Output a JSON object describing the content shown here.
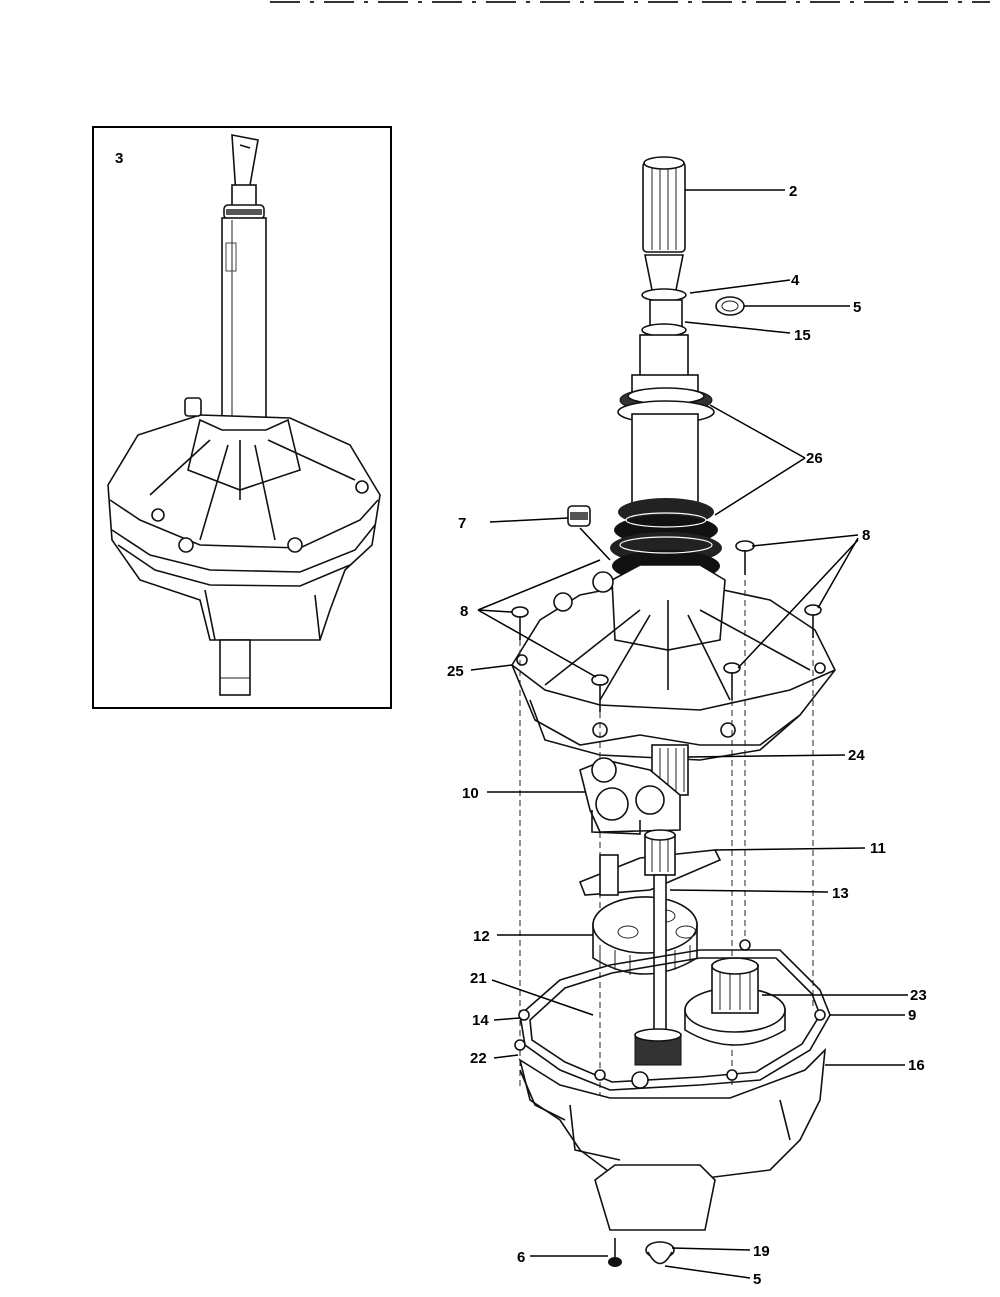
{
  "inset": {
    "label": "3"
  },
  "callouts": [
    {
      "id": "c-2",
      "text": "2"
    },
    {
      "id": "c-4",
      "text": "4"
    },
    {
      "id": "c-5a",
      "text": "5"
    },
    {
      "id": "c-15",
      "text": "15"
    },
    {
      "id": "c-26",
      "text": "26"
    },
    {
      "id": "c-7",
      "text": "7"
    },
    {
      "id": "c-8a",
      "text": "8"
    },
    {
      "id": "c-8b",
      "text": "8"
    },
    {
      "id": "c-25",
      "text": "25"
    },
    {
      "id": "c-24",
      "text": "24"
    },
    {
      "id": "c-10",
      "text": "10"
    },
    {
      "id": "c-11",
      "text": "11"
    },
    {
      "id": "c-13",
      "text": "13"
    },
    {
      "id": "c-12",
      "text": "12"
    },
    {
      "id": "c-21",
      "text": "21"
    },
    {
      "id": "c-23",
      "text": "23"
    },
    {
      "id": "c-14",
      "text": "14"
    },
    {
      "id": "c-9",
      "text": "9"
    },
    {
      "id": "c-22",
      "text": "22"
    },
    {
      "id": "c-16",
      "text": "16"
    },
    {
      "id": "c-6",
      "text": "6"
    },
    {
      "id": "c-19",
      "text": "19"
    },
    {
      "id": "c-5b",
      "text": "5"
    }
  ]
}
